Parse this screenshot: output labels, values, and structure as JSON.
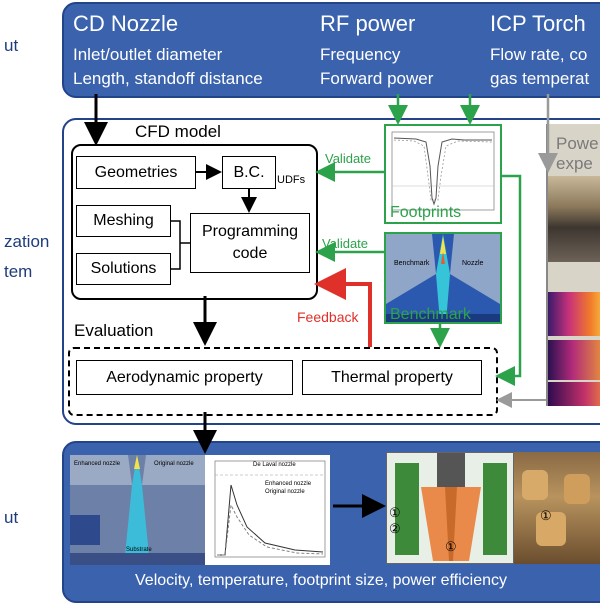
{
  "side_labels": [
    "ut",
    "zation",
    "tem",
    "ut"
  ],
  "inputs": [
    {
      "title": "CD Nozzle",
      "lines": [
        "Inlet/outlet diameter",
        "Length, standoff distance"
      ]
    },
    {
      "title": "RF power",
      "lines": [
        "Frequency",
        "Forward power"
      ]
    },
    {
      "title": "ICP Torch",
      "lines": [
        "Flow rate, co",
        "gas temperat"
      ]
    }
  ],
  "cfd": {
    "title": "CFD model",
    "geometries": "Geometries",
    "bc": "B.C.",
    "udfs": "UDFs",
    "meshing": "Meshing",
    "solutions": "Solutions",
    "programming_line1": "Programming",
    "programming_line2": "code"
  },
  "validate_top": "Validate",
  "validate_bottom": "Validate",
  "feedback": "Feedback",
  "footprints": "Footprints",
  "benchmark": "Benchmark",
  "benchmark_labels": [
    "Benchmark",
    "Nozzle"
  ],
  "power_exp_line1": "Powe",
  "power_exp_line2": "expe",
  "evaluation": {
    "title": "Evaluation",
    "aero": "Aerodynamic property",
    "thermal": "Thermal property"
  },
  "output_plot_labels": [
    "Enhanced nozzle",
    "Original nozzle",
    "Substrate",
    "De Laval nozzle",
    "Enhanced nozzle",
    "Original nozzle"
  ],
  "output_callouts": [
    "①",
    "①",
    "②",
    "①"
  ],
  "output_caption": "Velocity, temperature, footprint size, power efficiency",
  "colors": {
    "band_blue": "#3b62ad",
    "green": "#2ca24a",
    "red": "#e0302a",
    "grey": "#9a9a9a"
  }
}
